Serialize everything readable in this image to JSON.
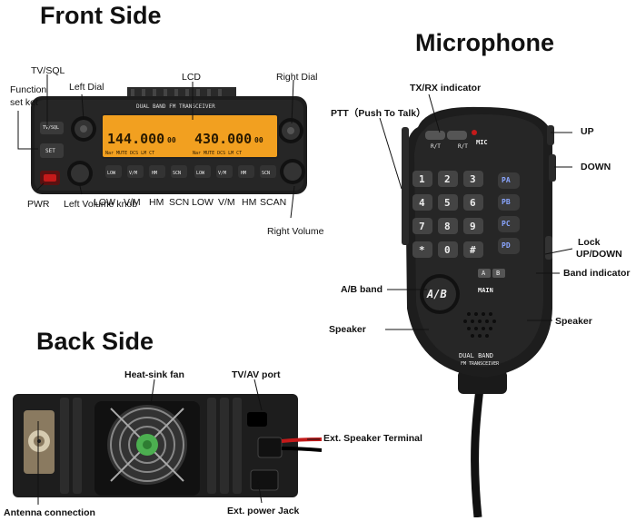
{
  "headings": {
    "front": "Front Side",
    "microphone": "Microphone",
    "back": "Back Side"
  },
  "front": {
    "labels": {
      "tv_sql": "TV/SQL",
      "left_dial": "Left Dial",
      "lcd": "LCD",
      "right_dial": "Right Dial",
      "function_line1": "Function",
      "function_line2": "set ket",
      "pwr": "PWR",
      "left_volume": "Left Volume knob",
      "right_volume": "Right Volume"
    },
    "control_labels": [
      "LOW",
      "V/M",
      "HM",
      "SCN",
      "LOW",
      "V/M",
      "HM",
      "SCAN"
    ],
    "panel_text": {
      "brand": "DUAL BAND FM TRANSCEIVER",
      "freq_left": "144.000",
      "freq_left_suffix": "00",
      "freq_right": "430.000",
      "freq_right_suffix": "00",
      "lcd_status_left": "Nar MUTE DCS LM CT",
      "lcd_status_right": "Nar MUTE DCS LM CT",
      "tv_sql_key": "TV/SQL",
      "set_key": "SET",
      "keys": [
        "LOW",
        "V/M",
        "HM",
        "SCN",
        "LOW",
        "V/M",
        "HM",
        "SCN"
      ]
    }
  },
  "microphone": {
    "labels": {
      "ptt": "PTT（Push To Talk）",
      "tx_rx": "TX/RX indicator",
      "up": "UP",
      "down": "DOWN",
      "lock_line1": "Lock",
      "lock_line2": "UP/DOWN",
      "band_indicator": "Band indicator",
      "ab_band": "A/B band",
      "speaker_left": "Speaker",
      "speaker_right": "Speaker"
    },
    "mic_text": {
      "mic": "MIC",
      "rt1": "R/T",
      "rt2": "R/T",
      "a_key": "A",
      "b_key": "B",
      "ab_button": "A/B",
      "main": "MAIN",
      "brand1": "DUAL BAND",
      "brand2": "FM TRANSCEIVER"
    },
    "keypad": [
      "1",
      "2",
      "3",
      "4",
      "5",
      "6",
      "7",
      "8",
      "9",
      "*",
      "0",
      "#"
    ],
    "side_keys": [
      "PA",
      "PB",
      "PC",
      "PD"
    ]
  },
  "back": {
    "labels": {
      "fan": "Heat-sink fan",
      "tv_av": "TV/AV port",
      "ext_speaker": "Ext. Speaker Terminal",
      "antenna": "Antenna connection",
      "power_jack": "Ext. power Jack"
    }
  },
  "colors": {
    "lcd_amber": "#f2a020",
    "radio_body": "#1d1d1d",
    "key_blue": "#8aa6ff",
    "wire_red": "#c41a1a"
  }
}
